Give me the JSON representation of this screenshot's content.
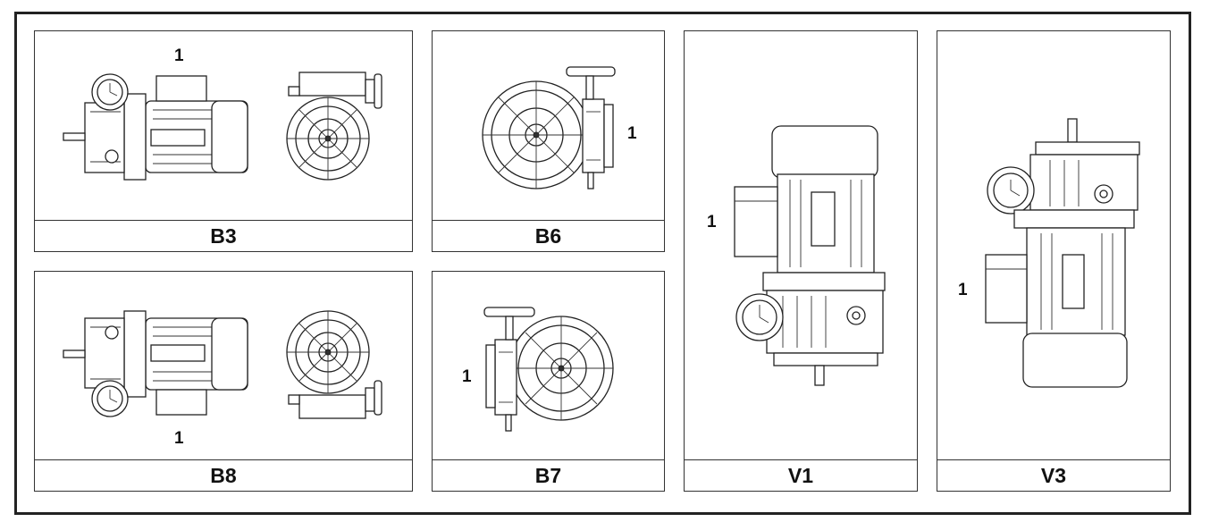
{
  "panels": [
    {
      "id": "B3",
      "label": "B3",
      "callout": "1"
    },
    {
      "id": "B6",
      "label": "B6",
      "callout": "1"
    },
    {
      "id": "V1",
      "label": "V1",
      "callout": "1"
    },
    {
      "id": "V3",
      "label": "V3",
      "callout": "1"
    },
    {
      "id": "B8",
      "label": "B8",
      "callout": "1"
    },
    {
      "id": "B7",
      "label": "B7",
      "callout": "1"
    }
  ]
}
